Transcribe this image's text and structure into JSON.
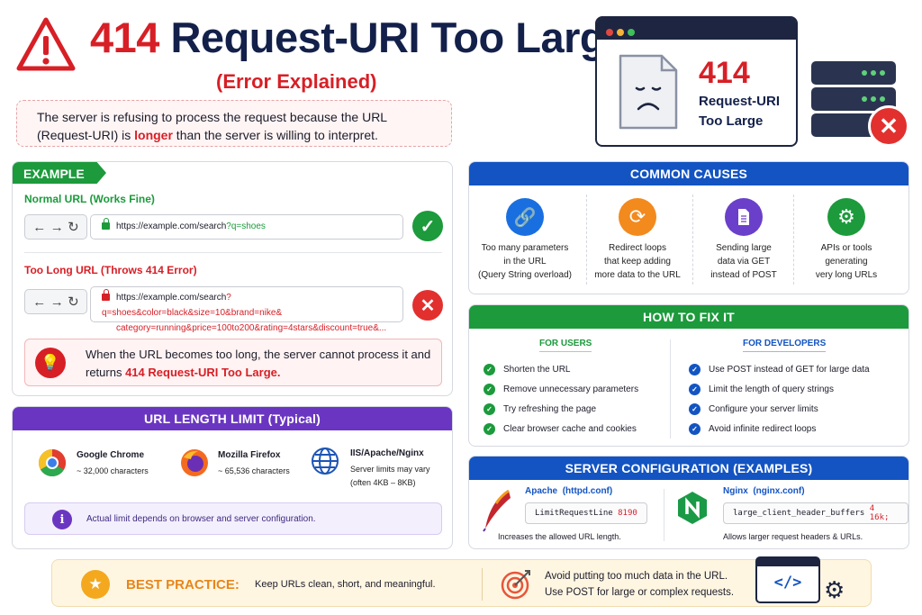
{
  "title": {
    "code": "414",
    "text": "Request-URI Too Large",
    "subtitle": "(Error Explained)"
  },
  "intro": {
    "part1": "The server is refusing to process the request because the URL (Request-URI) is ",
    "emph": "longer",
    "part2": " than the server is willing to interpret."
  },
  "hero": {
    "code": "414",
    "line1": "Request-URI",
    "line2": "Too Large"
  },
  "example": {
    "tag": "EXAMPLE",
    "normal_label": "Normal URL (Works Fine)",
    "normal_url_base": "https://example.com/search",
    "normal_url_query": "?q=shoes",
    "long_label": "Too Long URL (Throws 414 Error)",
    "long_url_base": "https://example.com/search",
    "long_url_query1": "?q=shoes&color=black&size=10&brand=nike&",
    "long_url_query2": "category=running&price=100to200&rating=4stars&discount=true&...",
    "note_part1": "When the URL becomes too long, the server cannot process it and returns ",
    "note_emph": "414 Request-URI Too Large."
  },
  "limits": {
    "header": "URL LENGTH LIMIT (Typical)",
    "items": [
      {
        "name": "Google Chrome",
        "detail": "~ 32,000 characters"
      },
      {
        "name": "Mozilla Firefox",
        "detail": "~ 65,536 characters"
      },
      {
        "name": "IIS/Apache/Nginx",
        "detail": "Server limits may vary",
        "detail2": "(often 4KB – 8KB)"
      }
    ],
    "note": "Actual limit depends on browser and server configuration."
  },
  "causes": {
    "header": "COMMON CAUSES",
    "items": [
      {
        "l1": "Too many parameters",
        "l2": "in the URL",
        "l3": "(Query String overload)",
        "icon": "link-icon",
        "color": "#1a6fe0"
      },
      {
        "l1": "Redirect loops",
        "l2": "that keep adding",
        "l3": "more data to the URL",
        "icon": "refresh-icon",
        "color": "#f28a1d"
      },
      {
        "l1": "Sending large",
        "l2": "data via GET",
        "l3": "instead of POST",
        "icon": "document-icon",
        "color": "#6a3fc9"
      },
      {
        "l1": "APIs or tools",
        "l2": "generating",
        "l3": "very long URLs",
        "icon": "gear-icon",
        "color": "#1c9a3c"
      }
    ]
  },
  "fix": {
    "header": "HOW TO FIX IT",
    "users_title": "FOR USERS",
    "users": [
      "Shorten the URL",
      "Remove unnecessary parameters",
      "Try refreshing the page",
      "Clear browser cache and cookies"
    ],
    "devs_title": "FOR DEVELOPERS",
    "devs": [
      "Use POST instead of GET for large data",
      "Limit the length of query strings",
      "Configure your server limits",
      "Avoid infinite redirect loops"
    ]
  },
  "server": {
    "header": "SERVER CONFIGURATION (EXAMPLES)",
    "apache_title": "Apache",
    "apache_file": "(httpd.conf)",
    "apache_directive": "LimitRequestLine",
    "apache_value": "8190",
    "apache_note": "Increases the allowed URL length.",
    "nginx_title": "Nginx",
    "nginx_file": "(nginx.conf)",
    "nginx_directive": "large_client_header_buffers",
    "nginx_value": "4 16k;",
    "nginx_note": "Allows larger request headers & URLs."
  },
  "best": {
    "label": "BEST PRACTICE:",
    "text": "Keep URLs clean, short, and meaningful.",
    "tip1": "Avoid putting too much data in the URL.",
    "tip2": "Use POST for large or complex requests."
  },
  "colors": {
    "red": "#d71f26",
    "navy": "#13204a",
    "blue": "#1354c2",
    "green": "#1c9a3c",
    "purple": "#6a36c1",
    "orange": "#e7861b"
  }
}
